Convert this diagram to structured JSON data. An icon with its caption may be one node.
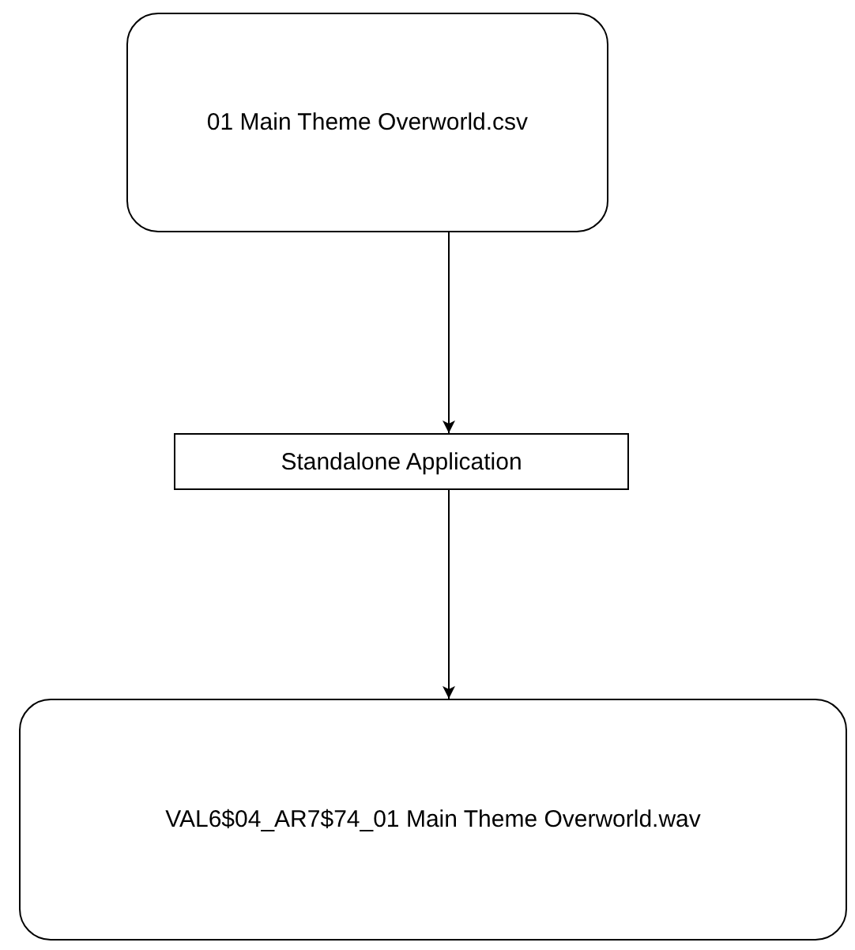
{
  "diagram": {
    "nodes": [
      {
        "text": [
          "01 Main Theme Overworld.csv"
        ]
      },
      {
        "text": [
          "Standalone Application"
        ]
      },
      {
        "text": [
          "VAL6$04_AR7$74_01 Main Theme Overworld.wav"
        ]
      }
    ],
    "edges": [
      {
        "from": 0,
        "to": 1,
        "arrow": "to"
      },
      {
        "from": 1,
        "to": 2,
        "arrow": "to"
      }
    ]
  }
}
